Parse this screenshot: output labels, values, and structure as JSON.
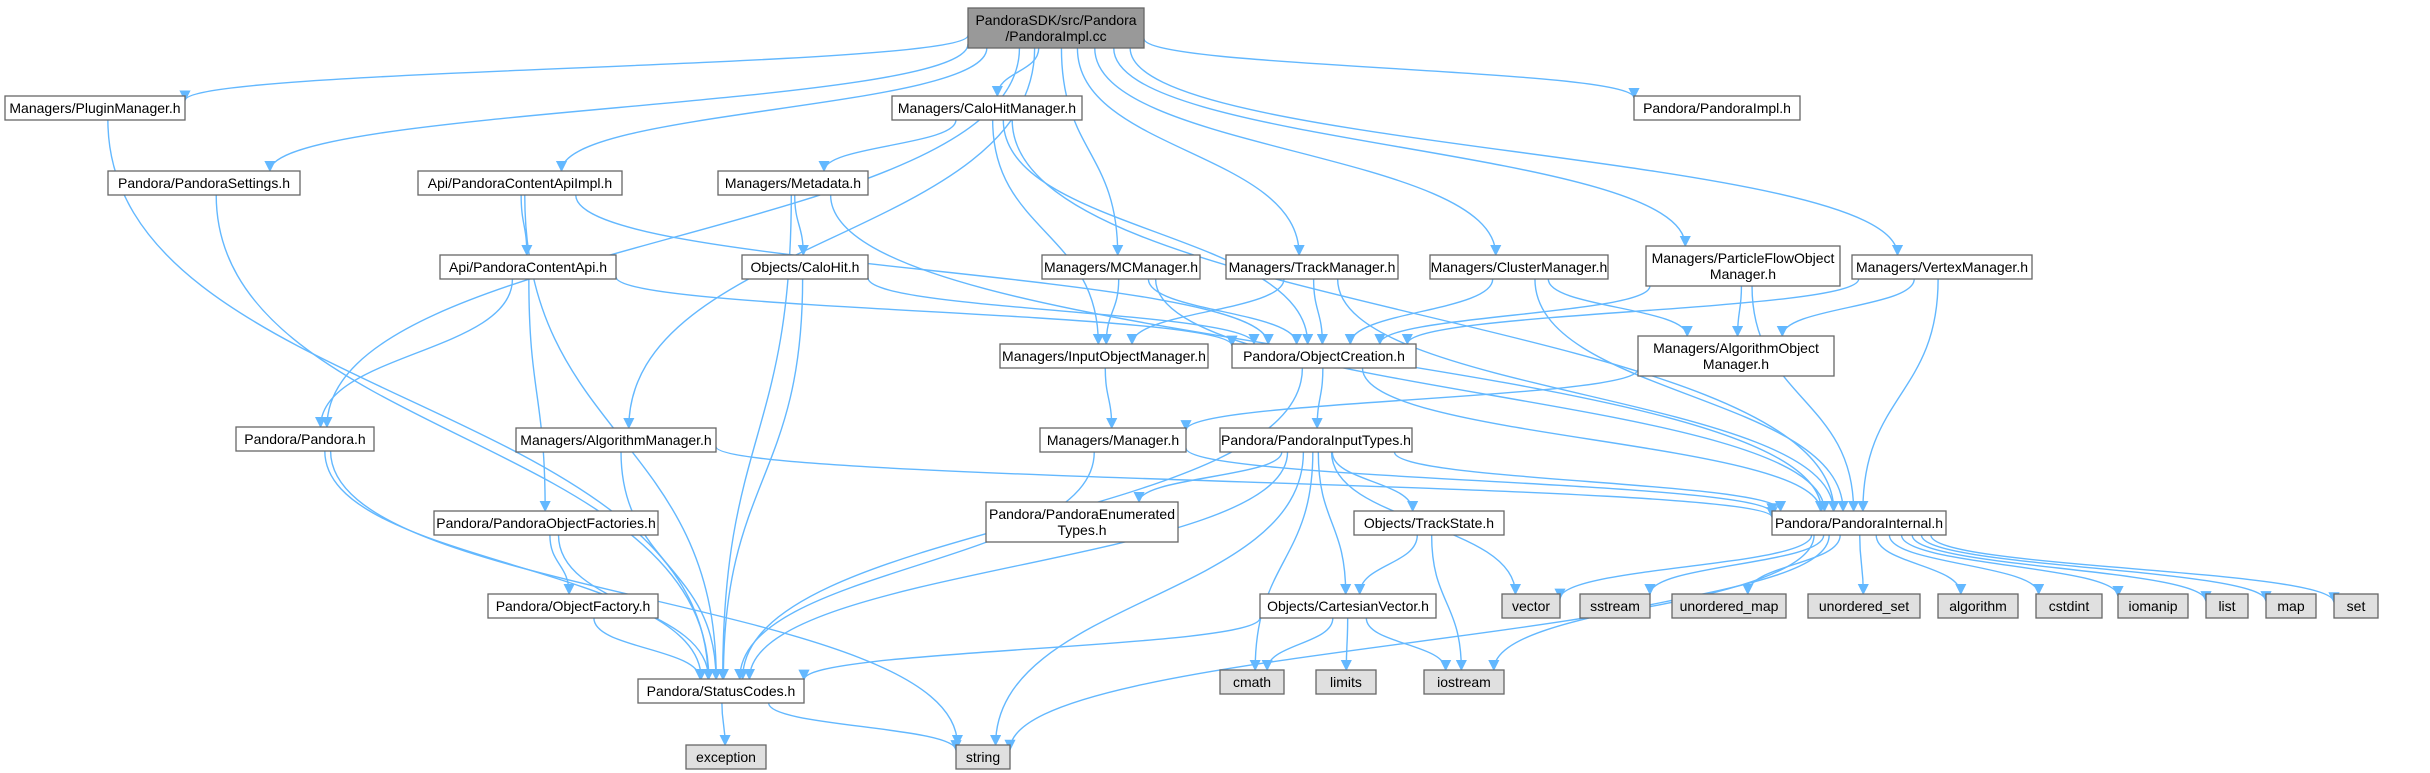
{
  "diagram": {
    "colors": {
      "root_fill": "#999999",
      "node_fill": "#ffffff",
      "system_fill": "#e0e0e0",
      "border": "#666666",
      "edge": "#63b8ff"
    },
    "nodes": [
      {
        "id": "root",
        "lines": [
          "PandoraSDK/src/Pandora",
          "/PandoraImpl.cc"
        ],
        "kind": "root"
      },
      {
        "id": "pluginmanager",
        "lines": [
          "Managers/PluginManager.h"
        ],
        "kind": "file"
      },
      {
        "id": "pandorasettings",
        "lines": [
          "Pandora/PandoraSettings.h"
        ],
        "kind": "file"
      },
      {
        "id": "contentapiimpl",
        "lines": [
          "Api/PandoraContentApiImpl.h"
        ],
        "kind": "file"
      },
      {
        "id": "contentapi",
        "lines": [
          "Api/PandoraContentApi.h"
        ],
        "kind": "file"
      },
      {
        "id": "pandorah",
        "lines": [
          "Pandora/Pandora.h"
        ],
        "kind": "file"
      },
      {
        "id": "objectfactories",
        "lines": [
          "Pandora/PandoraObjectFactories.h"
        ],
        "kind": "file"
      },
      {
        "id": "objectfactory",
        "lines": [
          "Pandora/ObjectFactory.h"
        ],
        "kind": "file"
      },
      {
        "id": "statuscodes",
        "lines": [
          "Pandora/StatusCodes.h"
        ],
        "kind": "file"
      },
      {
        "id": "algorithmmanager",
        "lines": [
          "Managers/AlgorithmManager.h"
        ],
        "kind": "file"
      },
      {
        "id": "calohitmanager",
        "lines": [
          "Managers/CaloHitManager.h"
        ],
        "kind": "file"
      },
      {
        "id": "metadata",
        "lines": [
          "Managers/Metadata.h"
        ],
        "kind": "file"
      },
      {
        "id": "calohit",
        "lines": [
          "Objects/CaloHit.h"
        ],
        "kind": "file"
      },
      {
        "id": "mcmanager",
        "lines": [
          "Managers/MCManager.h"
        ],
        "kind": "file"
      },
      {
        "id": "inputobjectmanager",
        "lines": [
          "Managers/InputObjectManager.h"
        ],
        "kind": "file"
      },
      {
        "id": "manager",
        "lines": [
          "Managers/Manager.h"
        ],
        "kind": "file"
      },
      {
        "id": "trackmanager",
        "lines": [
          "Managers/TrackManager.h"
        ],
        "kind": "file"
      },
      {
        "id": "objectcreation",
        "lines": [
          "Pandora/ObjectCreation.h"
        ],
        "kind": "file"
      },
      {
        "id": "inputtypes",
        "lines": [
          "Pandora/PandoraInputTypes.h"
        ],
        "kind": "file"
      },
      {
        "id": "enumeratedtypes",
        "lines": [
          "Pandora/PandoraEnumerated",
          "Types.h"
        ],
        "kind": "file"
      },
      {
        "id": "trackstate",
        "lines": [
          "Objects/TrackState.h"
        ],
        "kind": "file"
      },
      {
        "id": "cartesianvector",
        "lines": [
          "Objects/CartesianVector.h"
        ],
        "kind": "file"
      },
      {
        "id": "clustermanager",
        "lines": [
          "Managers/ClusterManager.h"
        ],
        "kind": "file"
      },
      {
        "id": "pfomanager",
        "lines": [
          "Managers/ParticleFlowObject",
          "Manager.h"
        ],
        "kind": "file"
      },
      {
        "id": "algobjectmanager",
        "lines": [
          "Managers/AlgorithmObject",
          "Manager.h"
        ],
        "kind": "file"
      },
      {
        "id": "pandoraimplh",
        "lines": [
          "Pandora/PandoraImpl.h"
        ],
        "kind": "file"
      },
      {
        "id": "vertexmanager",
        "lines": [
          "Managers/VertexManager.h"
        ],
        "kind": "file"
      },
      {
        "id": "pandorainternal",
        "lines": [
          "Pandora/PandoraInternal.h"
        ],
        "kind": "file"
      },
      {
        "id": "vector",
        "lines": [
          "vector"
        ],
        "kind": "system"
      },
      {
        "id": "sstream",
        "lines": [
          "sstream"
        ],
        "kind": "system"
      },
      {
        "id": "unordered_map",
        "lines": [
          "unordered_map"
        ],
        "kind": "system"
      },
      {
        "id": "unordered_set",
        "lines": [
          "unordered_set"
        ],
        "kind": "system"
      },
      {
        "id": "algorithm",
        "lines": [
          "algorithm"
        ],
        "kind": "system"
      },
      {
        "id": "cstdint",
        "lines": [
          "cstdint"
        ],
        "kind": "system"
      },
      {
        "id": "iomanip",
        "lines": [
          "iomanip"
        ],
        "kind": "system"
      },
      {
        "id": "list",
        "lines": [
          "list"
        ],
        "kind": "system"
      },
      {
        "id": "map",
        "lines": [
          "map"
        ],
        "kind": "system"
      },
      {
        "id": "set",
        "lines": [
          "set"
        ],
        "kind": "system"
      },
      {
        "id": "cmath",
        "lines": [
          "cmath"
        ],
        "kind": "system"
      },
      {
        "id": "limits",
        "lines": [
          "limits"
        ],
        "kind": "system"
      },
      {
        "id": "iostream",
        "lines": [
          "iostream"
        ],
        "kind": "system"
      },
      {
        "id": "exception",
        "lines": [
          "exception"
        ],
        "kind": "system"
      },
      {
        "id": "string",
        "lines": [
          "string"
        ],
        "kind": "system"
      }
    ],
    "edges": [
      [
        "root",
        "pluginmanager"
      ],
      [
        "root",
        "pandorasettings"
      ],
      [
        "root",
        "contentapiimpl"
      ],
      [
        "root",
        "pandorah"
      ],
      [
        "root",
        "algorithmmanager"
      ],
      [
        "root",
        "calohitmanager"
      ],
      [
        "root",
        "mcmanager"
      ],
      [
        "root",
        "trackmanager"
      ],
      [
        "root",
        "clustermanager"
      ],
      [
        "root",
        "pfomanager"
      ],
      [
        "root",
        "pandoraimplh"
      ],
      [
        "root",
        "vertexmanager"
      ],
      [
        "pluginmanager",
        "statuscodes"
      ],
      [
        "pandorasettings",
        "statuscodes"
      ],
      [
        "contentapiimpl",
        "contentapi"
      ],
      [
        "contentapiimpl",
        "statuscodes"
      ],
      [
        "contentapiimpl",
        "objectcreation"
      ],
      [
        "contentapi",
        "pandorah"
      ],
      [
        "contentapi",
        "objectfactories"
      ],
      [
        "contentapi",
        "objectcreation"
      ],
      [
        "pandorah",
        "statuscodes"
      ],
      [
        "pandorah",
        "string"
      ],
      [
        "objectfactories",
        "objectfactory"
      ],
      [
        "objectfactories",
        "statuscodes"
      ],
      [
        "objectfactory",
        "statuscodes"
      ],
      [
        "algorithmmanager",
        "statuscodes"
      ],
      [
        "algorithmmanager",
        "pandorainternal"
      ],
      [
        "calohitmanager",
        "metadata"
      ],
      [
        "calohitmanager",
        "inputobjectmanager"
      ],
      [
        "calohitmanager",
        "objectcreation"
      ],
      [
        "calohitmanager",
        "pandorainternal"
      ],
      [
        "metadata",
        "calohit"
      ],
      [
        "metadata",
        "statuscodes"
      ],
      [
        "metadata",
        "pandorainternal"
      ],
      [
        "calohit",
        "objectcreation"
      ],
      [
        "calohit",
        "statuscodes"
      ],
      [
        "mcmanager",
        "inputobjectmanager"
      ],
      [
        "mcmanager",
        "objectcreation"
      ],
      [
        "mcmanager",
        "pandorainternal"
      ],
      [
        "trackmanager",
        "inputobjectmanager"
      ],
      [
        "trackmanager",
        "objectcreation"
      ],
      [
        "trackmanager",
        "pandorainternal"
      ],
      [
        "clustermanager",
        "objectcreation"
      ],
      [
        "clustermanager",
        "algobjectmanager"
      ],
      [
        "clustermanager",
        "pandorainternal"
      ],
      [
        "pfomanager",
        "objectcreation"
      ],
      [
        "pfomanager",
        "algobjectmanager"
      ],
      [
        "pfomanager",
        "pandorainternal"
      ],
      [
        "vertexmanager",
        "objectcreation"
      ],
      [
        "vertexmanager",
        "algobjectmanager"
      ],
      [
        "vertexmanager",
        "pandorainternal"
      ],
      [
        "inputobjectmanager",
        "manager"
      ],
      [
        "algobjectmanager",
        "manager"
      ],
      [
        "manager",
        "statuscodes"
      ],
      [
        "manager",
        "pandorainternal"
      ],
      [
        "objectcreation",
        "inputtypes"
      ],
      [
        "objectcreation",
        "statuscodes"
      ],
      [
        "objectcreation",
        "pandorainternal"
      ],
      [
        "inputtypes",
        "enumeratedtypes"
      ],
      [
        "inputtypes",
        "trackstate"
      ],
      [
        "inputtypes",
        "cartesianvector"
      ],
      [
        "inputtypes",
        "statuscodes"
      ],
      [
        "inputtypes",
        "pandorainternal"
      ],
      [
        "inputtypes",
        "vector"
      ],
      [
        "inputtypes",
        "cmath"
      ],
      [
        "inputtypes",
        "string"
      ],
      [
        "trackstate",
        "cartesianvector"
      ],
      [
        "trackstate",
        "iostream"
      ],
      [
        "cartesianvector",
        "statuscodes"
      ],
      [
        "cartesianvector",
        "cmath"
      ],
      [
        "cartesianvector",
        "limits"
      ],
      [
        "cartesianvector",
        "iostream"
      ],
      [
        "statuscodes",
        "exception"
      ],
      [
        "statuscodes",
        "string"
      ],
      [
        "pandorainternal",
        "vector"
      ],
      [
        "pandorainternal",
        "sstream"
      ],
      [
        "pandorainternal",
        "unordered_map"
      ],
      [
        "pandorainternal",
        "unordered_set"
      ],
      [
        "pandorainternal",
        "algorithm"
      ],
      [
        "pandorainternal",
        "cstdint"
      ],
      [
        "pandorainternal",
        "iomanip"
      ],
      [
        "pandorainternal",
        "list"
      ],
      [
        "pandorainternal",
        "map"
      ],
      [
        "pandorainternal",
        "set"
      ],
      [
        "pandorainternal",
        "iostream"
      ],
      [
        "pandorainternal",
        "string"
      ]
    ]
  }
}
